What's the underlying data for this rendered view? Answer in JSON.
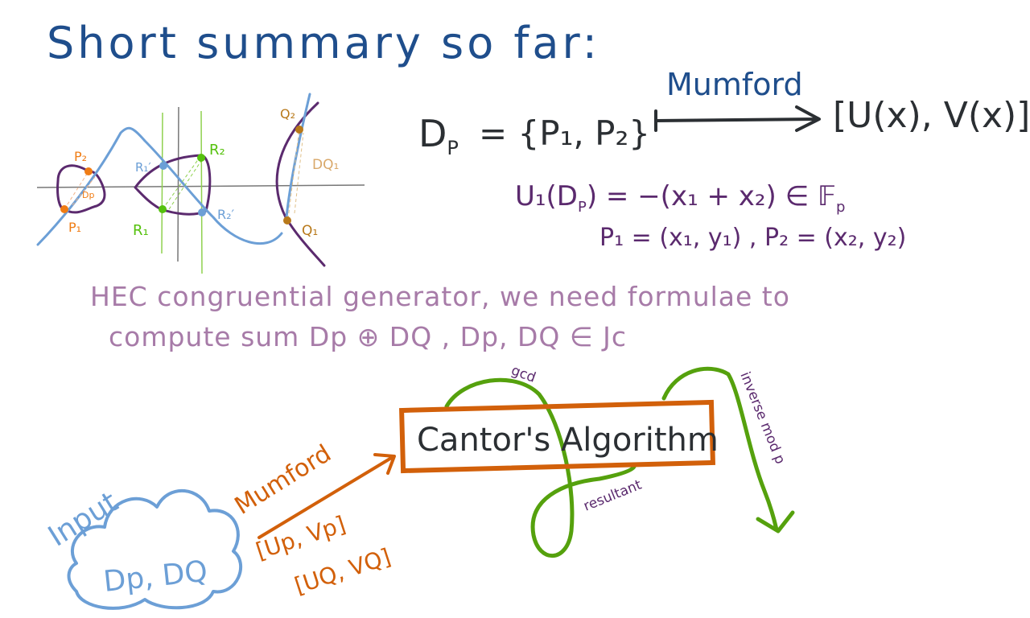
{
  "colors": {
    "title": "#1f4e8c",
    "ink": "#2b2f33",
    "purple": "#5b2a6e",
    "lilac": "#a77ba8",
    "orange": "#d2600a",
    "green": "#55a10d",
    "light_green": "#8fd14f",
    "blue": "#6c9fd6",
    "amber": "#b8791a",
    "axis": "#777777"
  },
  "title": "Short summary so far:",
  "mumford_map": {
    "lhs": "D",
    "lhs_sub": "P",
    "set": "= {P₁, P₂}",
    "arrow_label": "Mumford",
    "rhs": "[U(x), V(x)]"
  },
  "formula": {
    "u1": "U₁(D",
    "u1_sub": "P",
    "u1_rest": ") = −(x₁ + x₂) ∈ 𝔽",
    "u1_field_sub": "p",
    "points": "P₁ = (x₁, y₁) , P₂ = (x₂, y₂)"
  },
  "sketch_labels": {
    "p2": "P₂",
    "p1": "P₁",
    "dp": "Dp",
    "r1_prime": "R₁′",
    "r2": "R₂",
    "r1": "R₁",
    "r2_prime": "R₂′",
    "q2": "Q₂",
    "q1": "Q₁",
    "dq1": "DQ₁"
  },
  "description": {
    "line1": "HEC congruential generator, we need formulae to",
    "line2": "compute sum Dp ⊕ DQ , Dp, DQ ∈ Jc"
  },
  "flow": {
    "algorithm": "Cantor's Algorithm",
    "gcd": "gcd",
    "resultant": "resultant",
    "inverse": "inverse mod p",
    "input_label": "Input",
    "input_value": "Dp, DQ",
    "mumford": "Mumford",
    "up_vp": "[Up, Vp]",
    "uq_vq": "[UQ, VQ]"
  }
}
